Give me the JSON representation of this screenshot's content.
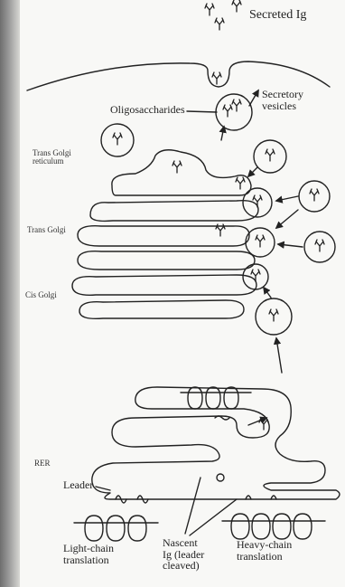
{
  "labels": {
    "secreted": "Secreted Ig",
    "oligosaccharides": "Oligosaccharides",
    "secretory_line1": "Secretory",
    "secretory_line2": "vesicles",
    "trans_golgi_reticulum_line1": "Trans Golgi",
    "trans_golgi_reticulum_line2": "reticulum",
    "trans_golgi": "Trans Golgi",
    "cis_golgi": "Cis Golgi",
    "rer": "RER",
    "leader": "Leader",
    "light_line1": "Light-chain",
    "light_line2": "translation",
    "nascent_line1": "Nascent",
    "nascent_line2": "Ig (leader",
    "nascent_line3": "cleaved)",
    "heavy_line1": "Heavy-chain",
    "heavy_line2": "translation"
  }
}
